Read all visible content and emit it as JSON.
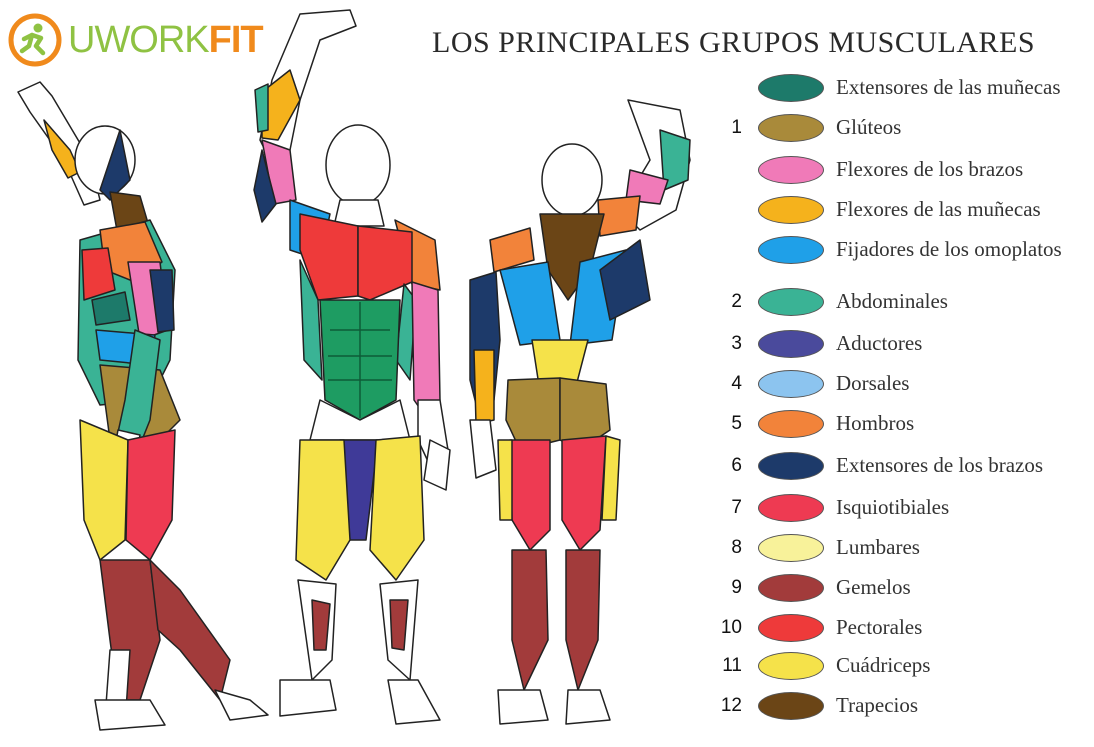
{
  "brand": {
    "part1": "UWORK",
    "part2": "FIT"
  },
  "title": "LOS PRINCIPALES GRUPOS MUSCULARES",
  "legend": [
    {
      "num": "",
      "label": "Extensores de las muñecas",
      "color": "#1d7a6a"
    },
    {
      "num": "1",
      "label": "Glúteos",
      "color": "#a98a3a"
    },
    {
      "num": "",
      "label": "Flexores de los brazos",
      "color": "#f07ab8"
    },
    {
      "num": "",
      "label": "Flexores de las muñecas",
      "color": "#f5b21c"
    },
    {
      "num": "",
      "label": "Fijadores de los omoplatos",
      "color": "#1fa0e8"
    },
    {
      "num": "2",
      "label": "Abdominales",
      "color": "#3ab395"
    },
    {
      "num": "3",
      "label": "Aductores",
      "color": "#4a4a9c"
    },
    {
      "num": "4",
      "label": "Dorsales",
      "color": "#8cc4ef"
    },
    {
      "num": "5",
      "label": "Hombros",
      "color": "#f2833a"
    },
    {
      "num": "6",
      "label": "Extensores de los brazos",
      "color": "#1d3a6a"
    },
    {
      "num": "7",
      "label": "Isquiotibiales",
      "color": "#ee3a52"
    },
    {
      "num": "8",
      "label": "Lumbares",
      "color": "#f8f29a"
    },
    {
      "num": "9",
      "label": "Gemelos",
      "color": "#a23b3b"
    },
    {
      "num": "10",
      "label": "Pectorales",
      "color": "#ee3a3a"
    },
    {
      "num": "11",
      "label": "Cuádriceps",
      "color": "#f5e24a"
    },
    {
      "num": "12",
      "label": "Trapecios",
      "color": "#6b4516"
    }
  ]
}
